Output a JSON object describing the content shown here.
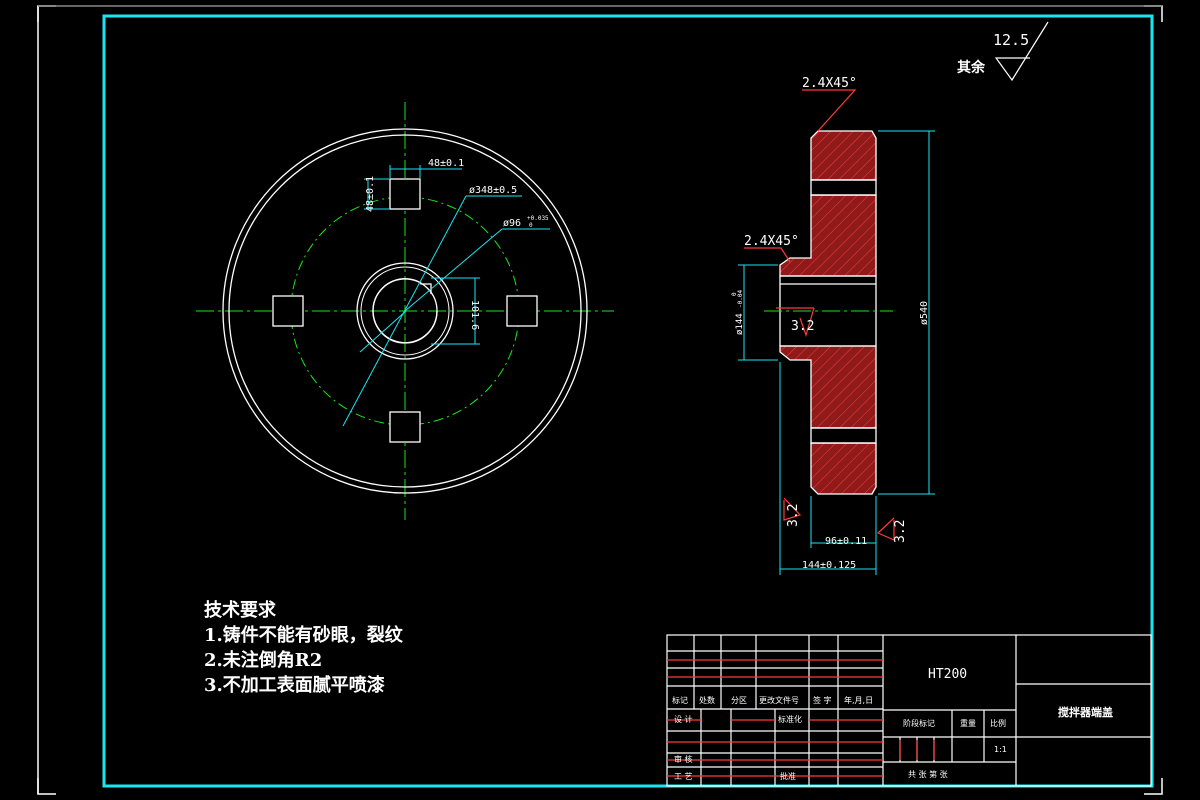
{
  "drawing": {
    "surface_finish_rest": {
      "value": "12.5",
      "label": "其余"
    },
    "tech_requirements": {
      "title": "技术要求",
      "items": [
        "1.铸件不能有砂眼，裂纹",
        "2.未注倒角R2",
        "3.不加工表面腻平喷漆"
      ]
    },
    "front_view": {
      "dim_slot_width": "48±0.1",
      "dim_slot_height": "48±0.1",
      "dim_bolt_circle": "ø348±0.5",
      "dim_bore": "ø96",
      "dim_bore_tol": "+0.035",
      "dim_bore_tol_lower": "0",
      "dim_keyway": "101.6"
    },
    "section_view": {
      "chamfer_top": "2.4X45°",
      "chamfer_mid": "2.4X45°",
      "dim_hub_dia": "ø144",
      "dim_hub_tol": "-0.04",
      "dim_hub_tol_upper": "0",
      "dim_outer_dia": "ø540",
      "roughness_bore": "3.2",
      "roughness_left": "3.2",
      "roughness_right": "3.2",
      "dim_width_96": "96±0.11",
      "dim_width_144": "144±0.125"
    },
    "title_block": {
      "material": "HT200",
      "part_name": "搅拌器端盖",
      "row_labels": [
        "标记",
        "处数",
        "分区",
        "更改文件号",
        "签 字",
        "年,月,日"
      ],
      "design": "设 计",
      "standardize": "标准化",
      "review": "审 核",
      "process": "工 艺",
      "approve": "批准",
      "stage_mark": "阶段标记",
      "weight": "重量",
      "scale_label": "比例",
      "scale_value": "1:1",
      "sheets": "共    张    第    张"
    }
  }
}
